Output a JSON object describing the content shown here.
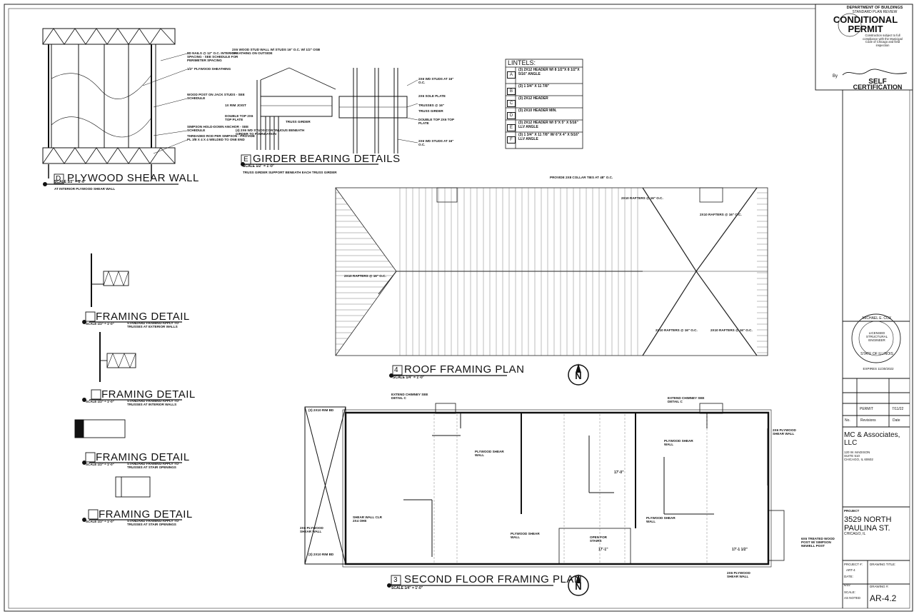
{
  "stamp": {
    "dept": "DEPARTMENT OF BUILDINGS",
    "review": "STANDARD PLAN REVIEW",
    "conditional": "CONDITIONAL",
    "permit": "PERMIT",
    "note": "Construction subject to full compliance with the Municipal Code of Chicago and field inspection",
    "by_label": "By",
    "self": "SELF",
    "certification": "CERTIFICATION"
  },
  "seal": {
    "outer_top": "MICHAEL E. COX",
    "inner": "LICENSED STRUCTURAL ENGINEER",
    "outer_bottom": "STATE OF ILLINOIS",
    "expires": "EXPIRES 11/30/2022"
  },
  "revisions": {
    "row_label": "PERMIT",
    "row_date": "7/11/22",
    "hdr_no": "No.",
    "hdr_rev": "Revisions",
    "hdr_date": "Date"
  },
  "firm": {
    "name": "MC & Associates, LLC",
    "address": "120 W. MADISON\nSUITE 510\nCHICAGO, IL 60602"
  },
  "project": {
    "label": "PROJECT",
    "name": "3529 NORTH PAULINA ST.",
    "city": "CHICAGO, IL"
  },
  "sheet_info": {
    "project_no_label": "PROJECT #:",
    "project_no": "ART-4",
    "date_label": "DATE:",
    "date": "6/22",
    "scale_label": "SCALE:",
    "scale": "AS NOTED",
    "drawn_label": "DRAWING TITLE:",
    "drawing_no_label": "DRAWING #:",
    "drawing_no": "AR-4.2"
  },
  "details": {
    "d": {
      "letter": "D",
      "title": "PLYWOOD SHEAR WALL",
      "scale": "SCALE 1/2\" = 1'-0\"",
      "sub": "AT INTERIOR PLYWOOD SHEAR WALL",
      "notes": [
        "8D NAILS @ 12\" O.C. INTERIOR SPACING - SEE SCHEDULE FOR PERIMETER SPACING",
        "1/2\" PLYWOOD SHEATHING",
        "WOOD POST ON JACK STUDS - SEE SCHEDULE",
        "SIMPSON HOLD-DOWN ANCHOR - SEE SCHEDULE",
        "THREADED ROD PER SIMPSON - PROVIDE PL 3/8 X 4 X 4 WELDED TO ONE END"
      ]
    },
    "e": {
      "letter": "E",
      "title": "GIRDER BEARING DETAILS",
      "scale": "SCALE 1/2\" = 1'-0\"",
      "sub": "TRUSS GIRDER SUPPORT BENEATH EACH TRUSS GIRDER",
      "notes": [
        "2X6 WOOD STUD WALL W/ STUDS 16\" O.C. W/ 1/2\" OSB SHEATHING ON OUTSIDE",
        "1X RIM JOIST",
        "DOUBLE TOP 2X6 TOP PLATE",
        "TRUSS GIRDER",
        "(4) 2X6 WD STUDS CONTINUOUS BENEATH GIRDER TO FOUNDATION",
        "2X6 WD STUDS AT 16\" O.C.",
        "2X6 SOLE PLATE",
        "TRUSSES @ 16\"",
        "TRUSS GIRDER",
        "DOUBLE TOP 2X6 TOP PLATE",
        "2X6 WD STUDS AT 16\" O.C."
      ]
    },
    "framing": [
      {
        "title": "FRAMING DETAIL",
        "scale": "SCALE 1/2\" = 1'-0\"",
        "sub": "STANDARD FRAMING-APPLY TO TRUSSES AT EXTERIOR WALLS"
      },
      {
        "title": "FRAMING DETAIL",
        "scale": "SCALE 1/2\" = 1'-0\"",
        "sub": "STANDARD FRAMING-APPLY TO TRUSSES AT INTERIOR WALLS"
      },
      {
        "title": "FRAMING DETAIL",
        "scale": "SCALE 1/2\" = 1'-0\"",
        "sub": "STANDARD FRAMING-APPLY TO TRUSSES AT STAIR OPENINGS"
      },
      {
        "title": "FRAMING DETAIL",
        "scale": "SCALE 1/2\" = 1'-0\"",
        "sub": "STANDARD FRAMING-APPLY TO TRUSSES AT STAIR OPENINGS"
      }
    ]
  },
  "lintels": {
    "title": "LINTELS:",
    "rows": [
      {
        "key": "A",
        "text": "(3) 2X12 HEADER W/ 8 1/2\"X 8 1/2\"X 5/16\" ANGLE"
      },
      {
        "key": "B",
        "text": "(3) 1 3/4\" X 11 7/8\""
      },
      {
        "key": "C",
        "text": "(3) 2X12 HEADER"
      },
      {
        "key": "D",
        "text": "(3) 2X10 HEADER MIN."
      },
      {
        "key": "E",
        "text": "(3) 2X12 HEADER W/ 5\"X 5\" X 5/16\" LLV ANGLE"
      },
      {
        "key": "F",
        "text": "(3) 1 3/4\" X 11 7/8\" W/ 6\"X 4\" X 5/16\" LLV ANGLE"
      }
    ]
  },
  "roof_plan": {
    "num": "4",
    "title": "ROOF FRAMING PLAN",
    "scale": "SCALE 1/4\" = 1'-0\"",
    "labels": [
      "2X10 RAFTERS @ 16\" O.C.",
      "2X10 RAFTERS @ 16\" O.C.",
      "2X10 RAFTERS @ 16\" O.C.",
      "2X10 RAFTERS @ 16\" O.C.",
      "2X10 RAFTERS @ 16\" O.C.",
      "PROVIDE 2X8 COLLAR TIES AT 48\" O.C."
    ]
  },
  "second_floor": {
    "num": "3",
    "title": "SECOND FLOOR FRAMING PLAN",
    "scale": "SCALE 1/4\" = 1'-0\"",
    "labels": [
      "EXTEND CHIMNEY SEE DETAIL C",
      "EXTEND CHIMNEY SEE DETAIL C",
      "PLYWOOD SHEAR WALL",
      "PLYWOOD SHEAR WALL",
      "PLYWOOD SHEAR WALL",
      "PLYWOOD SHEAR WALL",
      "SHEAR WALL CLR 2X4 OHE",
      "2X6 PLYWOOD SHEAR WALL",
      "2X6 PLYWOOD SHEAR WALL",
      "OPEN FOR STAIRS",
      "2X6 PLYWOOD SHEAR WALL",
      "(3) 2X10 RIM BD",
      "(3) 2X10 RIM BD",
      "6X6 TREATED WOOD POST W/ SIMPSON NEWELL POST"
    ],
    "dims": [
      "17'-0\"",
      "17'-1\"",
      "17'-1 1/2\""
    ]
  }
}
